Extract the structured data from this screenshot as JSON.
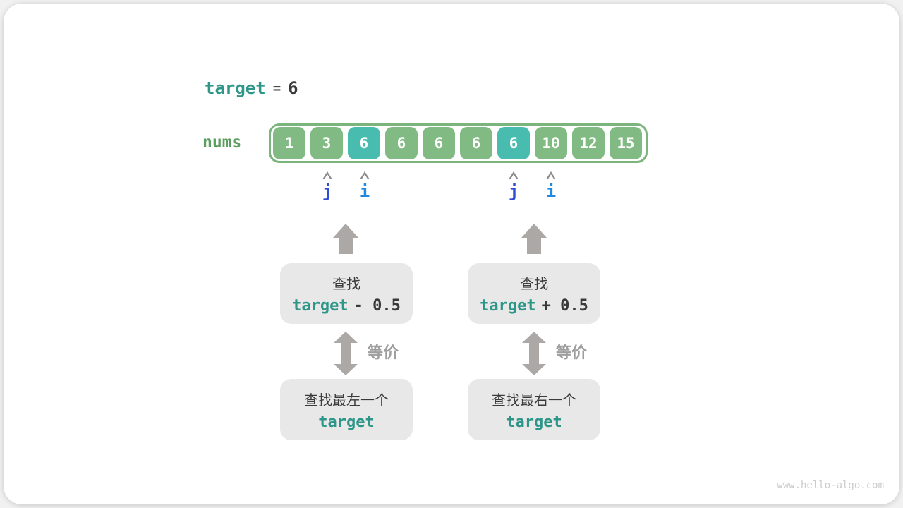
{
  "colors": {
    "page_bg": "#f1f1f1",
    "card_bg": "#ffffff",
    "green_box": "#82ba84",
    "green_border": "#7cb47e",
    "teal_box": "#48bcae",
    "green_label": "#5b9e5e",
    "teal_text": "#2e9688",
    "dark_text": "#3a3a3a",
    "arrow_gray": "#aca8a5",
    "box_gray": "#e9e8e8",
    "caret_gray": "#8a8a8a",
    "blue_j": "#2f4bd6",
    "blue_i": "#2289e0",
    "equiv_gray": "#9e9e9e",
    "watermark_gray": "#cccccc"
  },
  "header": {
    "keyword": "target",
    "equals": "=",
    "value": "6"
  },
  "array": {
    "label": "nums",
    "cells": [
      {
        "value": "1",
        "highlight": false
      },
      {
        "value": "3",
        "highlight": false
      },
      {
        "value": "6",
        "highlight": true
      },
      {
        "value": "6",
        "highlight": false
      },
      {
        "value": "6",
        "highlight": false
      },
      {
        "value": "6",
        "highlight": false
      },
      {
        "value": "6",
        "highlight": true
      },
      {
        "value": "10",
        "highlight": false
      },
      {
        "value": "12",
        "highlight": false
      },
      {
        "value": "15",
        "highlight": false
      }
    ]
  },
  "pointers": {
    "left": [
      {
        "label": "j",
        "cell_index": 1
      },
      {
        "label": "i",
        "cell_index": 2
      }
    ],
    "right": [
      {
        "label": "j",
        "cell_index": 6
      },
      {
        "label": "i",
        "cell_index": 7
      }
    ]
  },
  "flows": {
    "left": {
      "search_line1": "查找",
      "search_code": "target",
      "search_op": "- 0.5",
      "equiv_label": "等价",
      "result_line1": "查找最左一个",
      "result_code": "target"
    },
    "right": {
      "search_line1": "查找",
      "search_code": "target",
      "search_op": "+ 0.5",
      "equiv_label": "等价",
      "result_line1": "查找最右一个",
      "result_code": "target"
    }
  },
  "watermark": "www.hello-algo.com"
}
